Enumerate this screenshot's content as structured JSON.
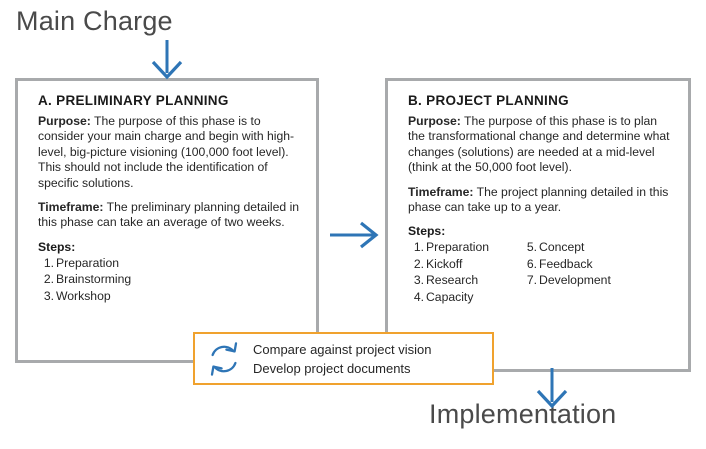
{
  "diagram": {
    "top_title": "Main Charge",
    "bottom_title": "Implementation",
    "accent_blue": "#2E75B6",
    "box_border_gray": "#A8AAAC",
    "callout_orange": "#F0A22E"
  },
  "arrows": {
    "top": "arrow-down-icon",
    "middle": "arrow-right-icon",
    "bottom": "arrow-down-icon"
  },
  "phase_a": {
    "heading": "A. PRELIMINARY PLANNING",
    "purpose_label": "Purpose:",
    "purpose_text": " The purpose of this phase is to consider your main charge and begin with high-level, big-picture visioning (100,000 foot level). This should not include the identification of specific solutions.",
    "timeframe_label": "Timeframe:",
    "timeframe_text": " The preliminary planning detailed in this phase can take an average of two weeks.",
    "steps_label": "Steps:",
    "steps": [
      {
        "num": "1.",
        "text": "Preparation"
      },
      {
        "num": "2.",
        "text": "Brainstorming"
      },
      {
        "num": "3.",
        "text": "Workshop"
      }
    ]
  },
  "phase_b": {
    "heading": "B.  PROJECT PLANNING",
    "purpose_label": "Purpose:",
    "purpose_text": " The purpose of this phase is to plan the transformational change and determine what changes (solutions) are needed at a mid-level (think at the 50,000 foot level).",
    "timeframe_label": "Timeframe:",
    "timeframe_text": " The project planning detailed in this phase can take up to a year.",
    "steps_label": "Steps:",
    "steps_col1": [
      {
        "num": "1.",
        "text": "Preparation"
      },
      {
        "num": "2.",
        "text": "Kickoff"
      },
      {
        "num": "3.",
        "text": "Research"
      },
      {
        "num": "4.",
        "text": "Capacity"
      }
    ],
    "steps_col2": [
      {
        "num": "5.",
        "text": "Concept"
      },
      {
        "num": "6.",
        "text": "Feedback"
      },
      {
        "num": "7.",
        "text": "Development"
      }
    ]
  },
  "callout": {
    "icon": "sync-refresh-icon",
    "line1": "Compare against project vision",
    "line2": "Develop project documents"
  }
}
